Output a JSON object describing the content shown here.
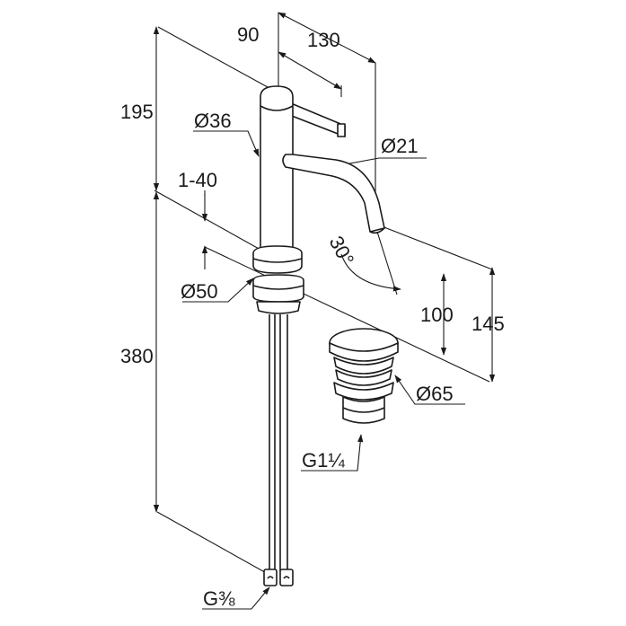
{
  "labels": {
    "d90": "90",
    "d130": "130",
    "d195": "195",
    "dia36": "Ø36",
    "dia21": "Ø21",
    "d1_40": "1-40",
    "angle30": "30°",
    "dia50": "Ø50",
    "d100": "100",
    "d145": "145",
    "d380": "380",
    "dia65": "Ø65",
    "g114": "G1¼",
    "g38": "G⅜"
  }
}
